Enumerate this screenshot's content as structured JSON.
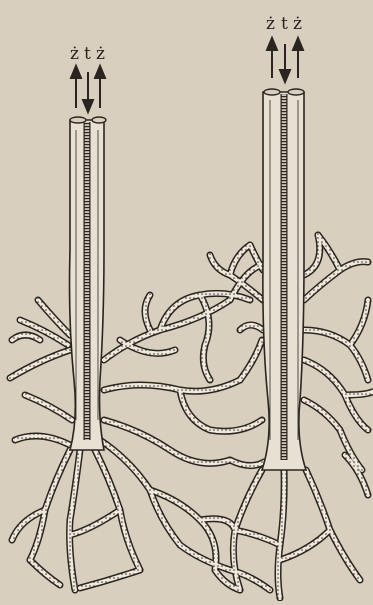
{
  "figure": {
    "labels": {
      "left": {
        "a": "ż",
        "b": "t",
        "c": "ż"
      },
      "right": {
        "a": "ż",
        "b": "t",
        "c": "ż"
      }
    }
  },
  "colors": {
    "paper": "#d9cfbf",
    "ink": "#2a2520"
  }
}
